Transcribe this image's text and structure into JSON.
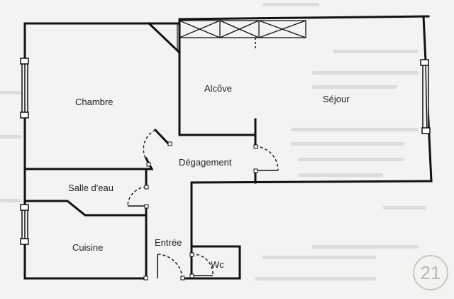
{
  "rooms": {
    "chambre": "Chambre",
    "alcove": "Alcôve",
    "sejour": "Séjour",
    "degagement": "Dégagement",
    "salle_eau": "Salle d'eau",
    "cuisine": "Cuisine",
    "entree": "Entrée",
    "wc": "Wc"
  },
  "logo": {
    "text": "21"
  },
  "colors": {
    "wall": "#111111",
    "paper": "#f3f3f1",
    "door_arc": "#222222"
  }
}
